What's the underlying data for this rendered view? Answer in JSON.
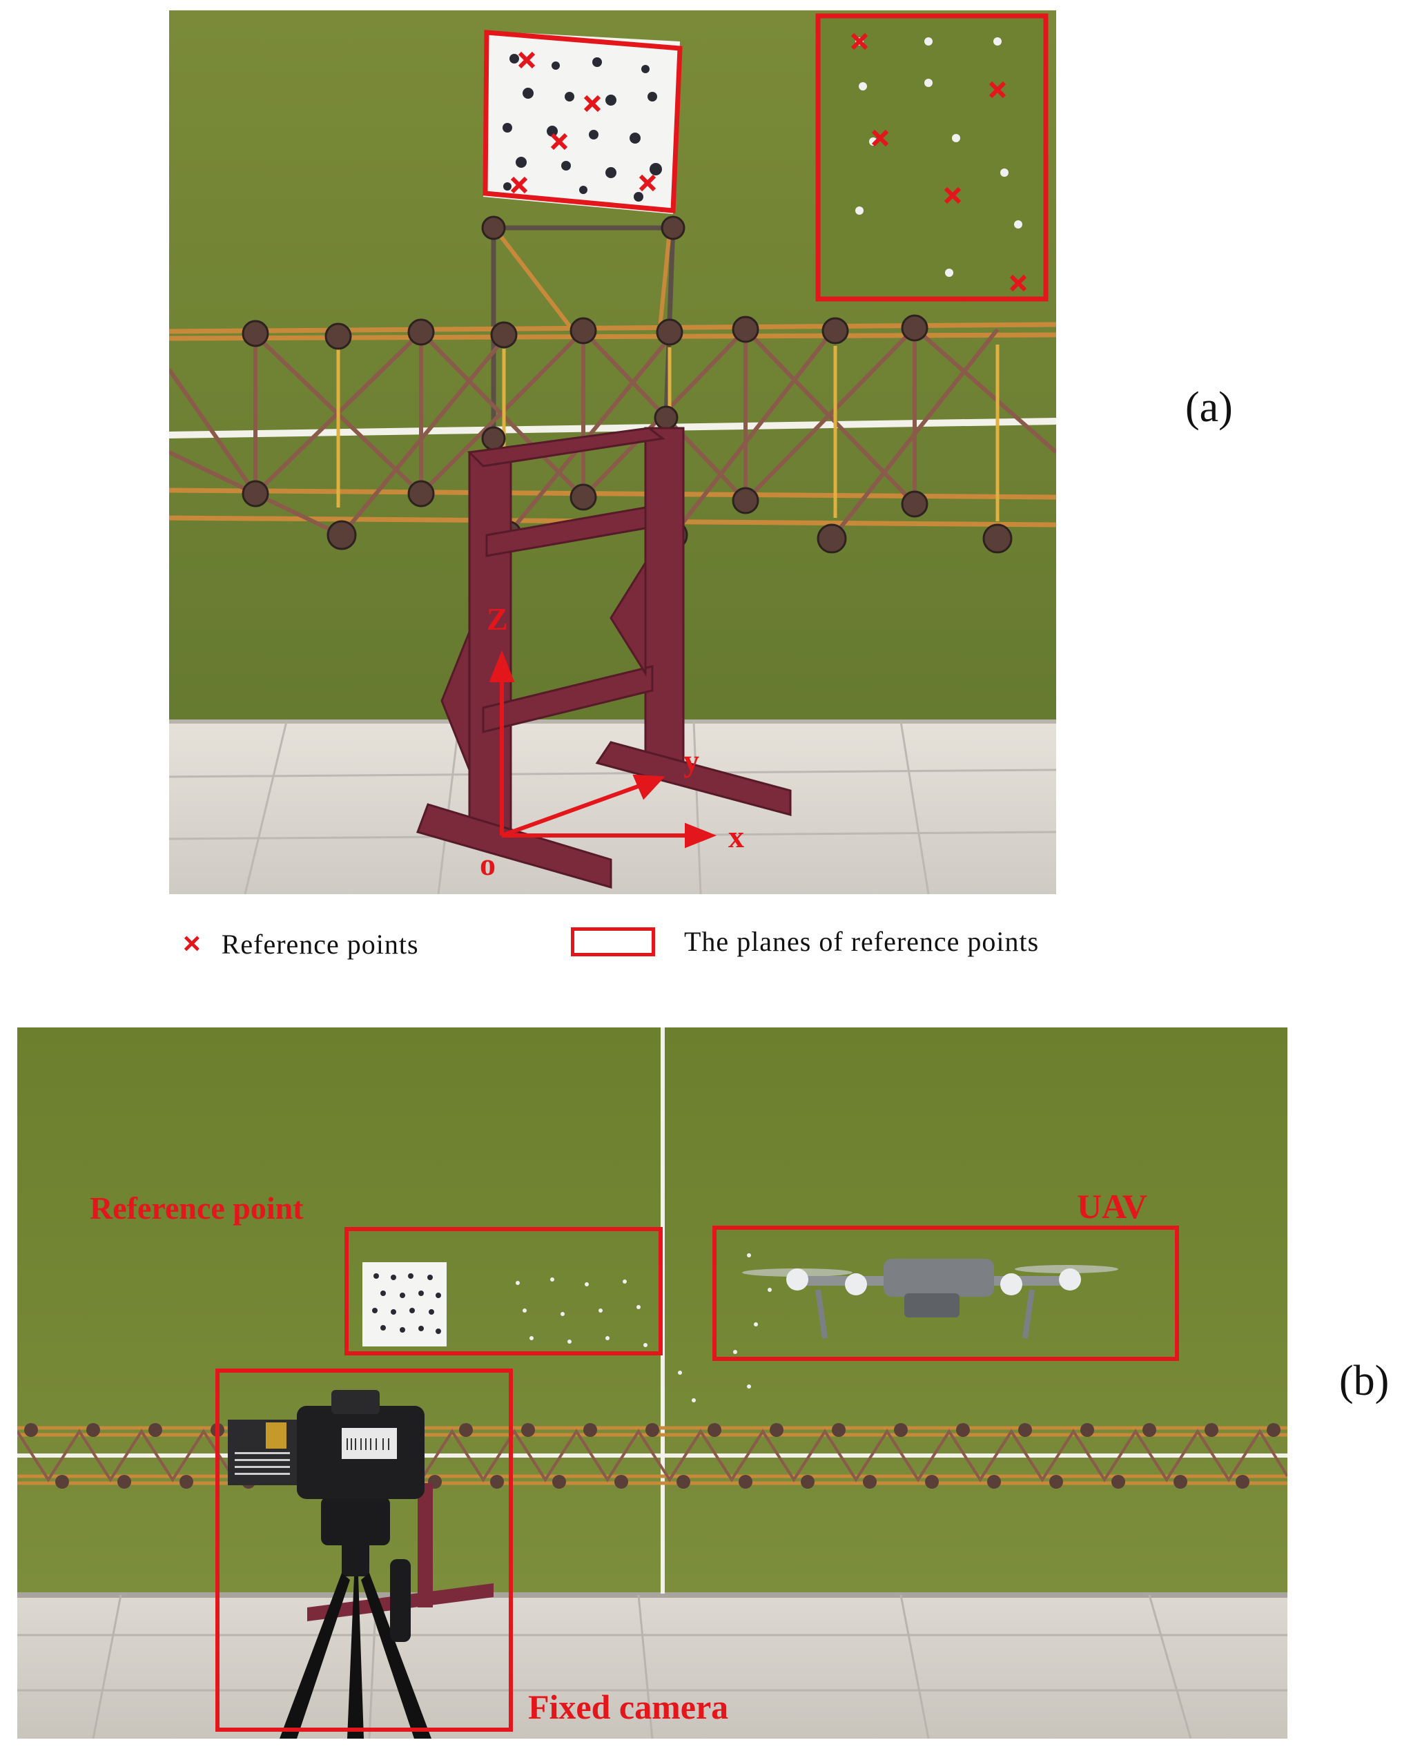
{
  "panels": {
    "a": {
      "label": "(a)"
    },
    "b": {
      "label": "(b)"
    }
  },
  "axes": {
    "z": "Z",
    "y": "y",
    "x": "x",
    "origin": "o"
  },
  "legend": {
    "reference_points": "Reference points",
    "planes": "The planes of reference points",
    "marker_symbol": "×"
  },
  "annotations": {
    "reference_point": "Reference point",
    "uav": "UAV",
    "fixed_camera": "Fixed camera"
  },
  "colors": {
    "annotation_red": "#e3161b",
    "wall_green": "#6e8232",
    "truss_orange": "#c88a3a",
    "stand_maroon": "#7a2a3a",
    "floor_tile": "#d9d6d0"
  },
  "icons": [
    "cross-marker-icon",
    "camera-icon",
    "drone-icon",
    "tripod-icon"
  ]
}
